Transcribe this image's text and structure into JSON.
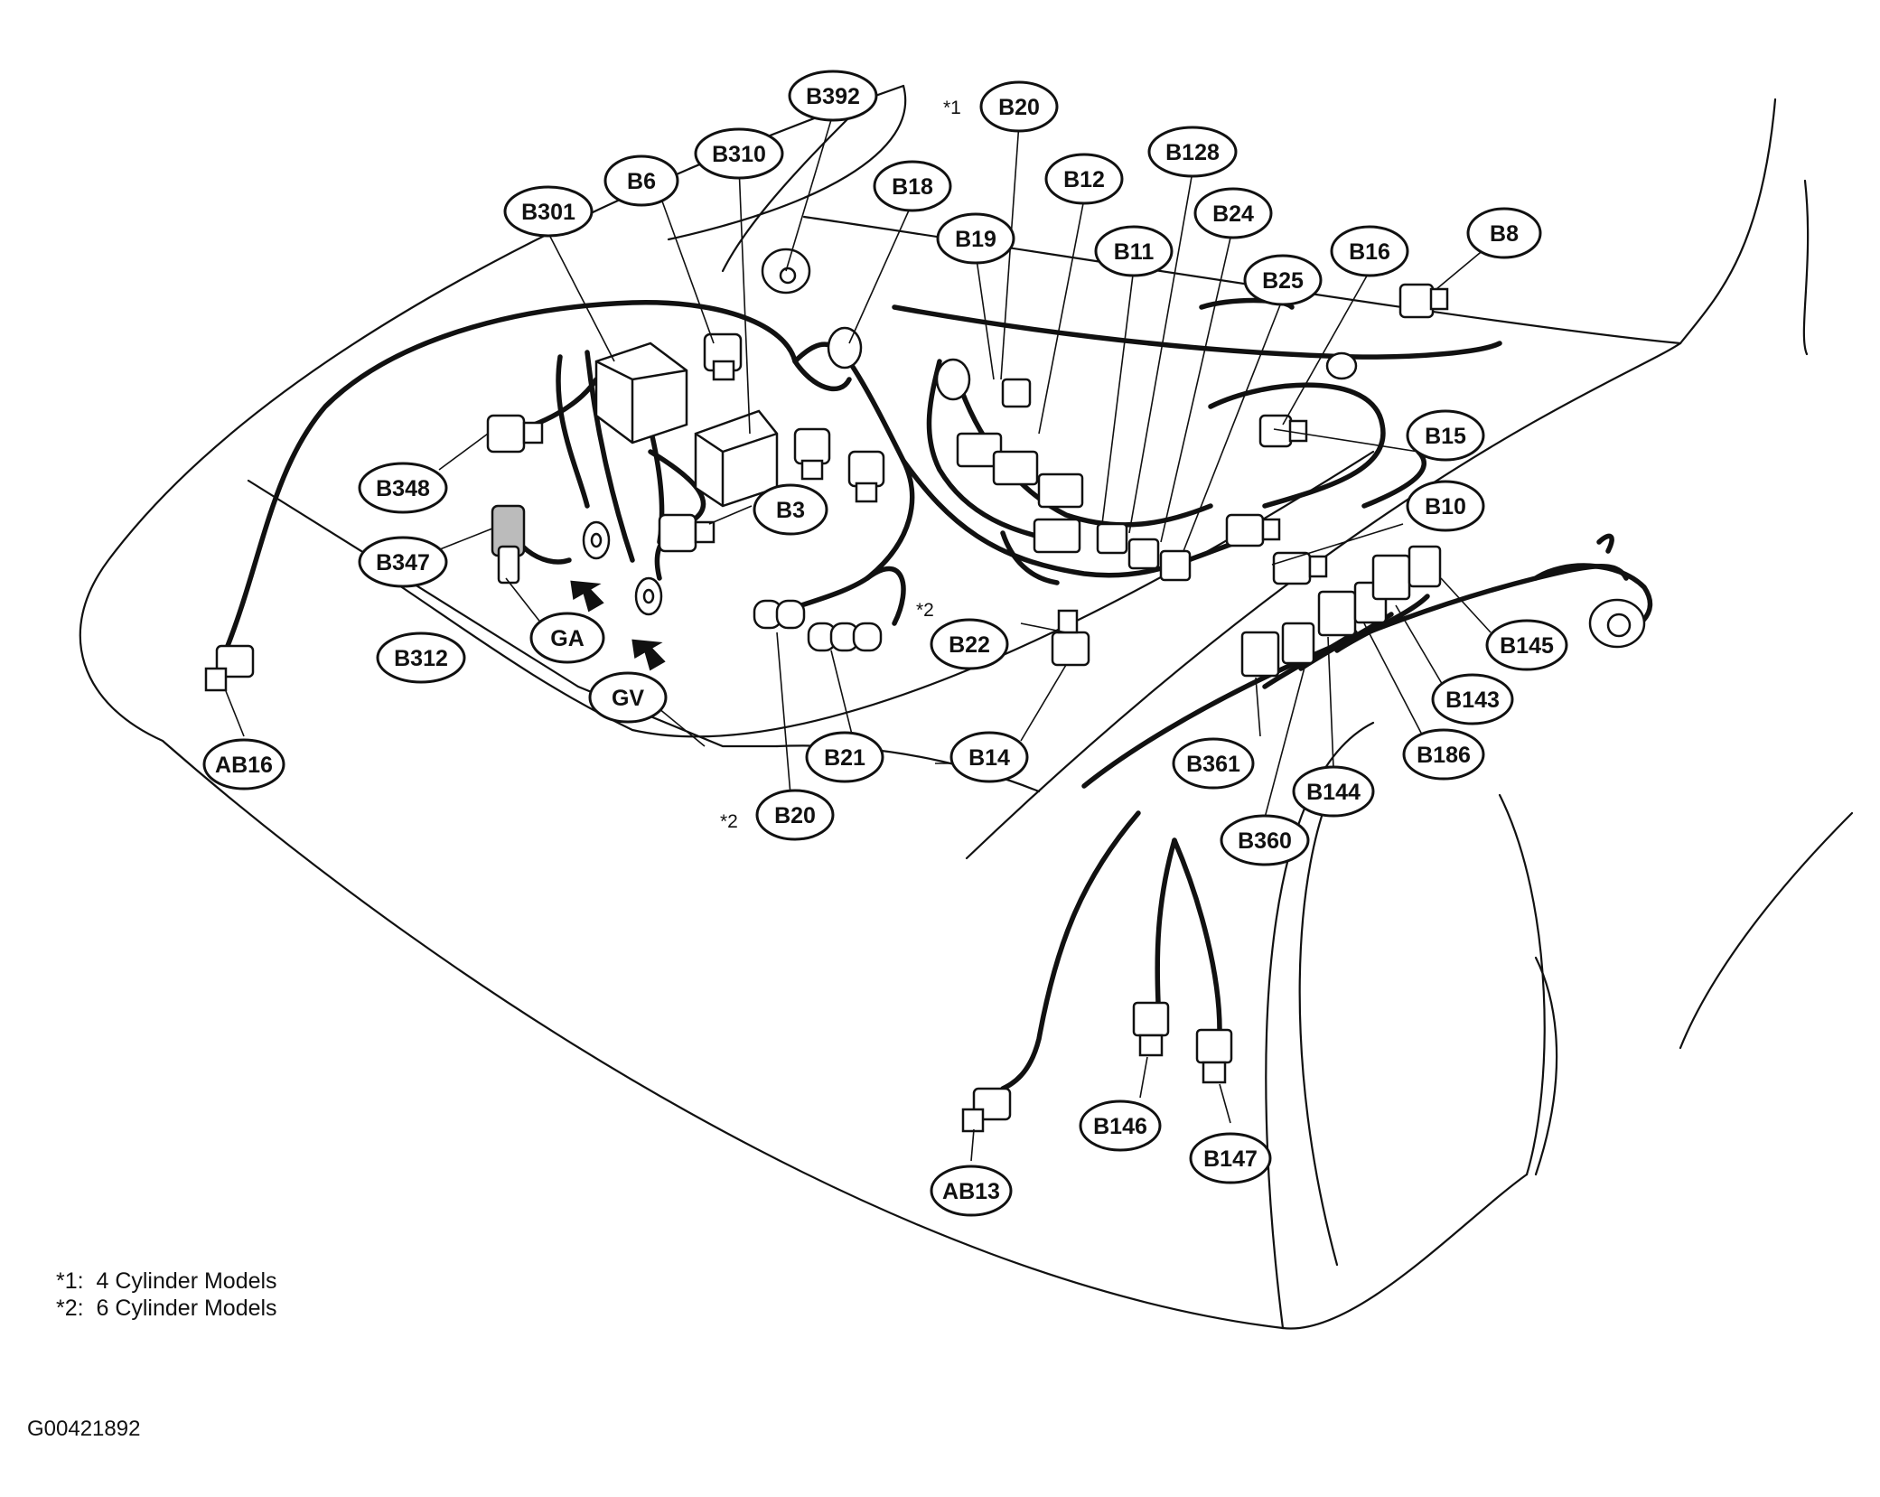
{
  "labels": [
    "B392",
    "B20",
    "B310",
    "B6",
    "B18",
    "B301",
    "B12",
    "B128",
    "B19",
    "B24",
    "B11",
    "B8",
    "B16",
    "B25",
    "B348",
    "B3",
    "B15",
    "B347",
    "B10",
    "GA",
    "B312",
    "B22",
    "B145",
    "GV",
    "AB16",
    "B21",
    "B14",
    "B143",
    "B361",
    "B186",
    "B144",
    "B20",
    "B360",
    "B146",
    "B147",
    "AB13"
  ],
  "marks": {
    "star1": "*1",
    "star2a": "*2",
    "star2b": "*2"
  },
  "notes": {
    "n1": "*1:  4 Cylinder Models",
    "n2": "*2:  6 Cylinder Models"
  },
  "figure_id": "G00421892",
  "colors": {
    "line": "#111111",
    "background": "#ffffff"
  }
}
